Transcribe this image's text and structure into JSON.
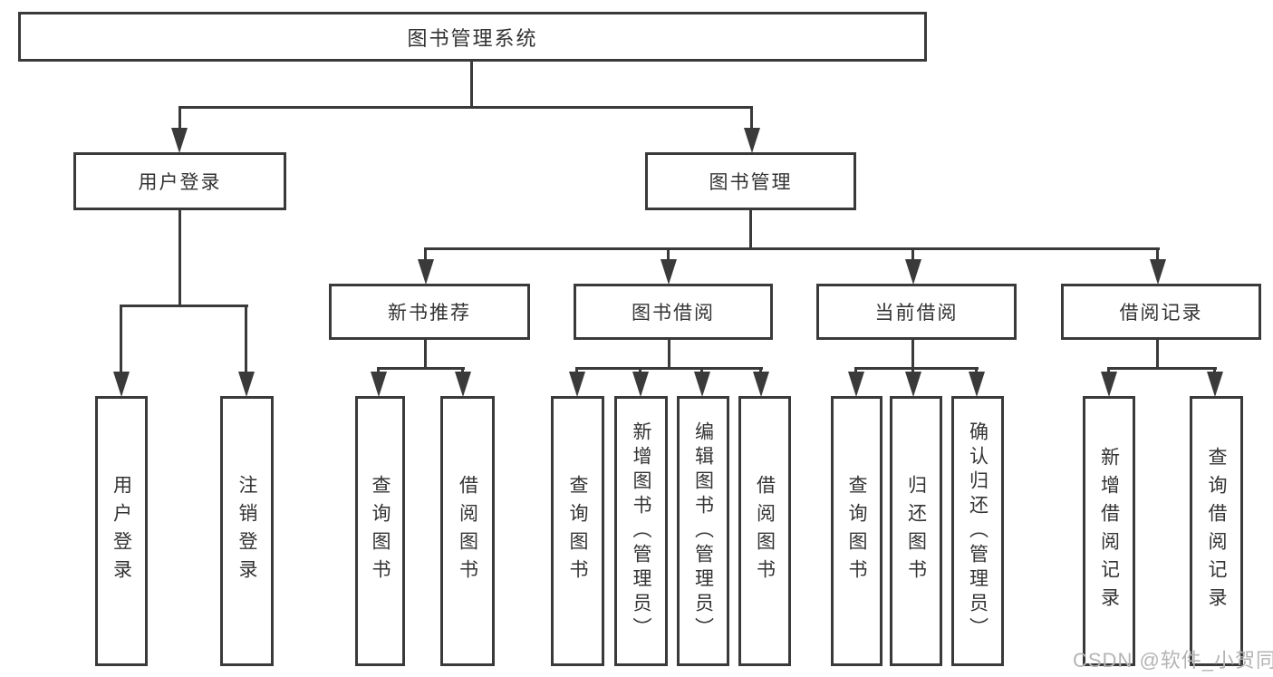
{
  "tree": {
    "label": "图书管理系统",
    "children": [
      {
        "label": "用户登录",
        "children": [
          {
            "label": "用户登录"
          },
          {
            "label": "注销登录"
          }
        ]
      },
      {
        "label": "图书管理",
        "children": [
          {
            "label": "新书推荐",
            "children": [
              {
                "label": "查询图书"
              },
              {
                "label": "借阅图书"
              }
            ]
          },
          {
            "label": "图书借阅",
            "children": [
              {
                "label": "查询图书"
              },
              {
                "label": "新增图书（管理员）"
              },
              {
                "label": "编辑图书（管理员）"
              },
              {
                "label": "借阅图书"
              }
            ]
          },
          {
            "label": "当前借阅",
            "children": [
              {
                "label": "查询图书"
              },
              {
                "label": "归还图书"
              },
              {
                "label": "确认归还（管理员）"
              }
            ]
          },
          {
            "label": "借阅记录",
            "children": [
              {
                "label": "新增借阅记录"
              },
              {
                "label": "查询借阅记录"
              }
            ]
          }
        ]
      }
    ]
  },
  "watermark": {
    "text": "CSDN @软件_小贺同学"
  },
  "colors": {
    "line": "#3a3a3a",
    "text": "#333333",
    "background": "#ffffff",
    "watermark": "#b4b4b4"
  }
}
